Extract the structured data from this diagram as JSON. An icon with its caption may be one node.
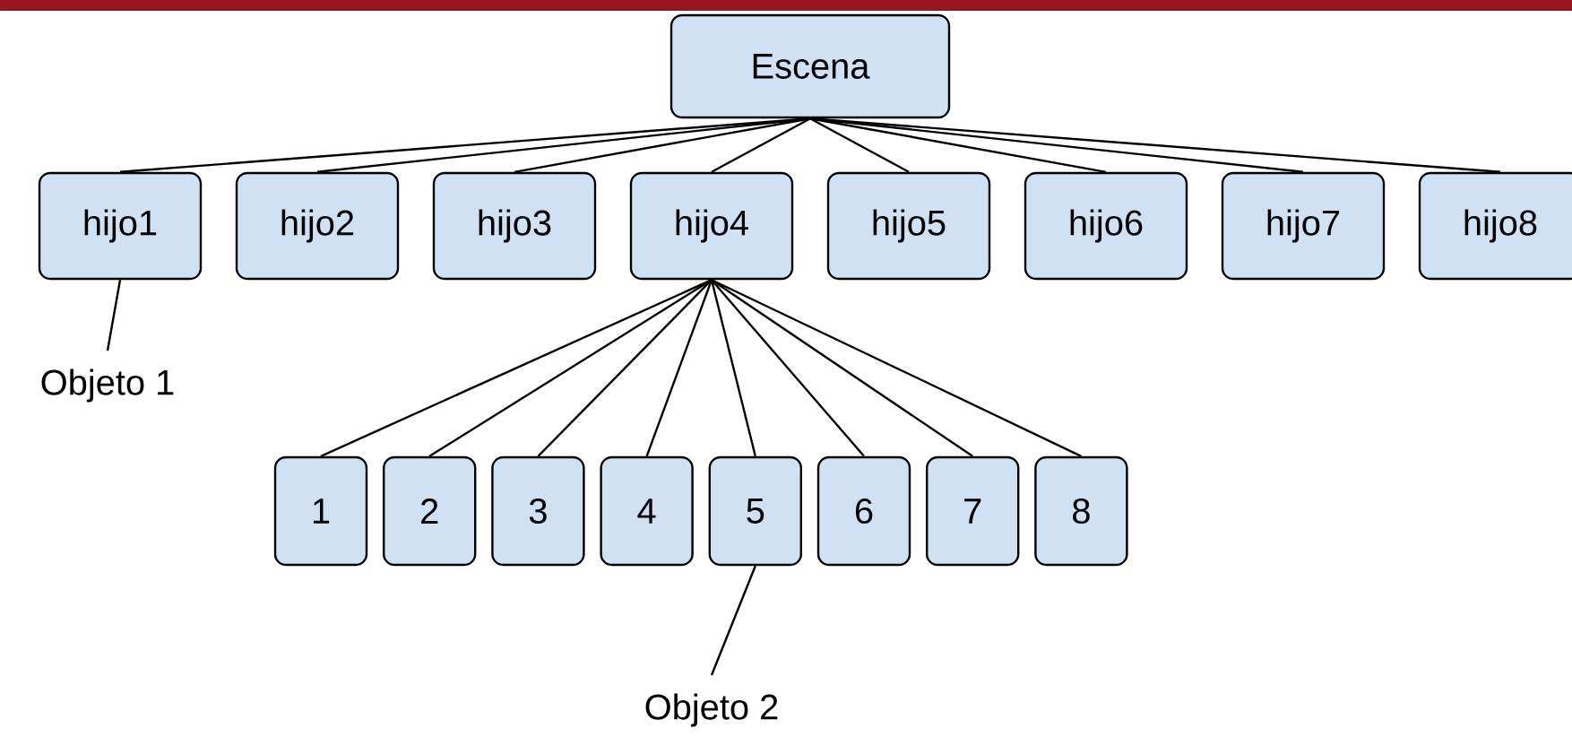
{
  "diagram": {
    "nodes": [
      {
        "text": [
          "Escena"
        ]
      },
      {
        "text": [
          "hijo1"
        ]
      },
      {
        "text": [
          "hijo2"
        ]
      },
      {
        "text": [
          "hijo3"
        ]
      },
      {
        "text": [
          "hijo4"
        ]
      },
      {
        "text": [
          "hijo5"
        ]
      },
      {
        "text": [
          "hijo6"
        ]
      },
      {
        "text": [
          "hijo7"
        ]
      },
      {
        "text": [
          "hijo8"
        ]
      },
      {
        "text": [
          "1"
        ]
      },
      {
        "text": [
          "2"
        ]
      },
      {
        "text": [
          "3"
        ]
      },
      {
        "text": [
          "4"
        ]
      },
      {
        "text": [
          "5"
        ]
      },
      {
        "text": [
          "6"
        ]
      },
      {
        "text": [
          "7"
        ]
      },
      {
        "text": [
          "8"
        ]
      },
      {
        "text": [
          "Objeto 1"
        ]
      },
      {
        "text": [
          "Objeto 2"
        ]
      }
    ],
    "edges": [
      {
        "from": 0,
        "to": 1,
        "arrow": "none"
      },
      {
        "from": 0,
        "to": 2,
        "arrow": "none"
      },
      {
        "from": 0,
        "to": 3,
        "arrow": "none"
      },
      {
        "from": 0,
        "to": 4,
        "arrow": "none"
      },
      {
        "from": 0,
        "to": 5,
        "arrow": "none"
      },
      {
        "from": 0,
        "to": 6,
        "arrow": "none"
      },
      {
        "from": 0,
        "to": 7,
        "arrow": "none"
      },
      {
        "from": 0,
        "to": 8,
        "arrow": "none"
      },
      {
        "from": 4,
        "to": 9,
        "arrow": "none"
      },
      {
        "from": 4,
        "to": 10,
        "arrow": "none"
      },
      {
        "from": 4,
        "to": 11,
        "arrow": "none"
      },
      {
        "from": 4,
        "to": 12,
        "arrow": "none"
      },
      {
        "from": 4,
        "to": 13,
        "arrow": "none"
      },
      {
        "from": 4,
        "to": 14,
        "arrow": "none"
      },
      {
        "from": 4,
        "to": 15,
        "arrow": "none"
      },
      {
        "from": 4,
        "to": 16,
        "arrow": "none"
      },
      {
        "from": 1,
        "to": 17,
        "arrow": "none"
      },
      {
        "from": 13,
        "to": 18,
        "arrow": "none"
      }
    ]
  }
}
